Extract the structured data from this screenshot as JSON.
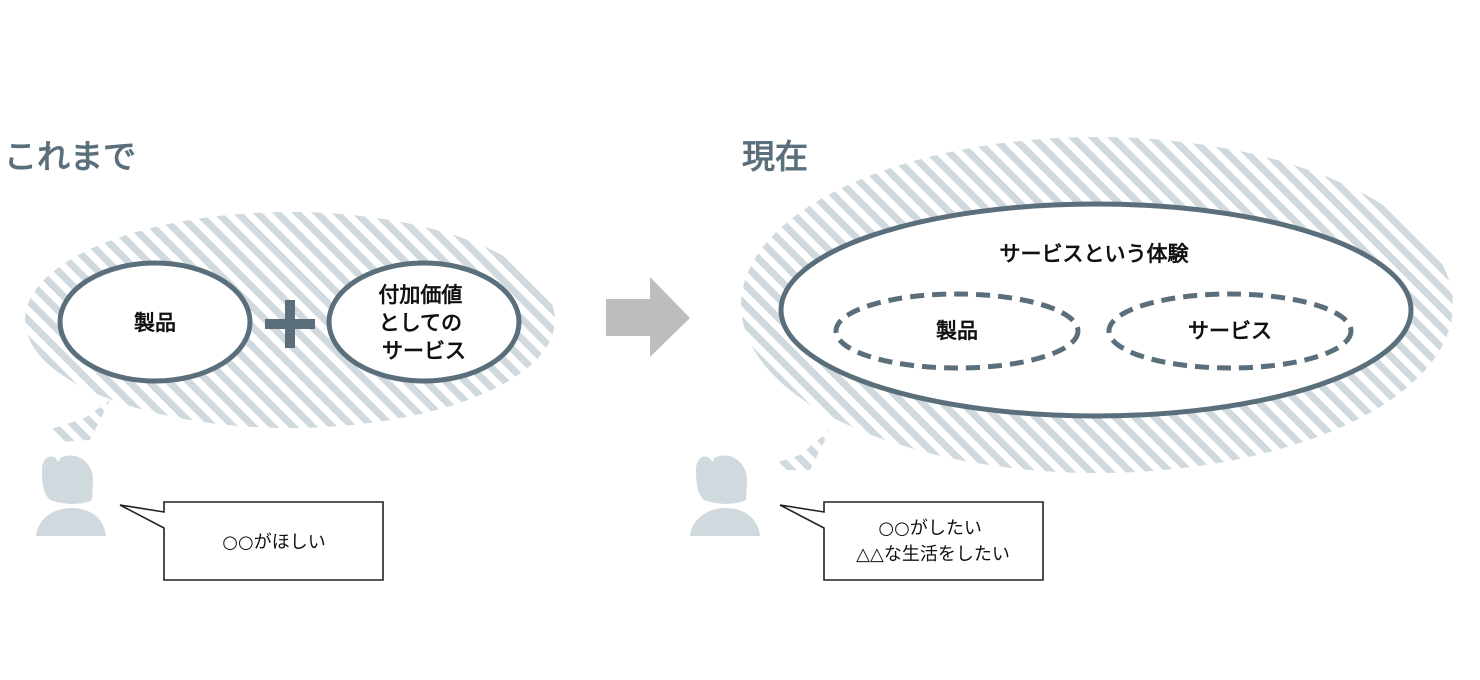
{
  "before": {
    "title": "これまで",
    "product_label": "製品",
    "service_label_lines": [
      "付加価値",
      "としての",
      "サービス"
    ],
    "speech_lines": [
      "○○がほしい"
    ]
  },
  "now": {
    "title": "現在",
    "experience_label": "サービスという体験",
    "product_label": "製品",
    "service_label": "サービス",
    "speech_lines": [
      "○○がしたい",
      "△△な生活をしたい"
    ]
  },
  "colors": {
    "heading": "#5a6f7b",
    "ellipse_stroke": "#5a6f7b",
    "hatch": "#cfd9de",
    "arrow": "#bdbdbd",
    "person": "#d0d9dd"
  },
  "icons": {
    "plus": "plus-icon",
    "arrow": "arrow-right-icon",
    "person": "person-icon"
  }
}
